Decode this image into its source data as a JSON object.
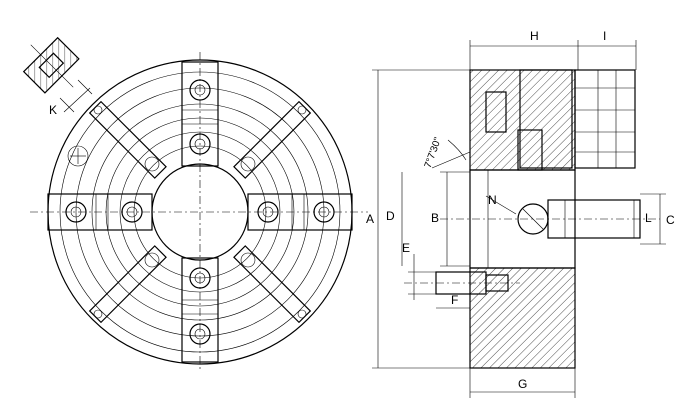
{
  "dimensions": {
    "A": "A",
    "B": "B",
    "C": "C",
    "D": "D",
    "E": "E",
    "F": "F",
    "G": "G",
    "H": "H",
    "I": "I",
    "K": "K",
    "L": "L",
    "N": "N"
  },
  "angle_label": "7°7'30\""
}
